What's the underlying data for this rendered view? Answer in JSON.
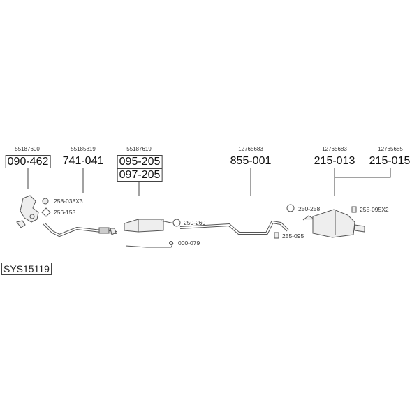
{
  "diagram": {
    "system_code": "SYS15119",
    "parts": [
      {
        "oe": "55187600",
        "number": "090-462",
        "boxed": true
      },
      {
        "oe": "55185819",
        "number": "741-041",
        "boxed": false
      },
      {
        "oe": "55187619",
        "number": "095-205",
        "number2": "097-205",
        "boxed": true
      },
      {
        "oe": "12765683",
        "number": "855-001",
        "boxed": false
      },
      {
        "oe": "12765683",
        "number": "215-013",
        "boxed": false
      },
      {
        "oe": "12765685",
        "number": "215-015",
        "boxed": false
      }
    ],
    "accessories": {
      "nut": "258-038X3",
      "gasket": "256-153",
      "clamp_front": "250-260",
      "sensor_pipe": "000-079",
      "hanger_mid": "255-095",
      "clamp_rear": "250-258",
      "hanger_rear": "255-095X2"
    }
  }
}
